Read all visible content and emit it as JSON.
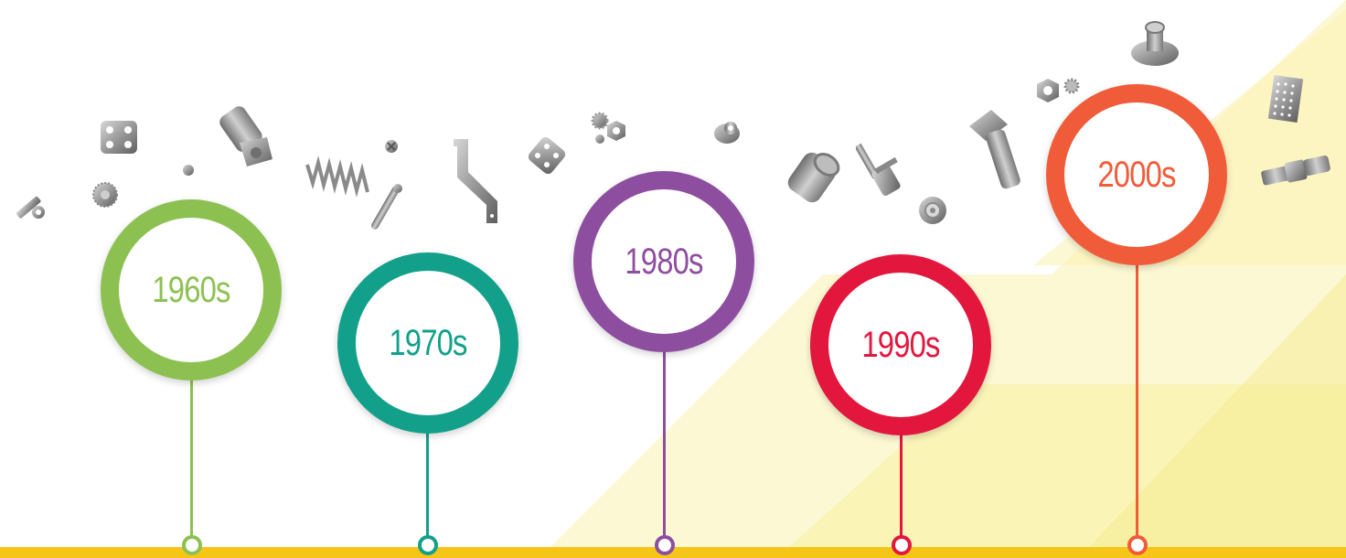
{
  "timeline": {
    "axis_color": "#f5c518",
    "milestones": [
      {
        "label": "1960s",
        "color": "#8cc152"
      },
      {
        "label": "1970s",
        "color": "#12a08a"
      },
      {
        "label": "1980s",
        "color": "#8e4ea0"
      },
      {
        "label": "1990s",
        "color": "#e3173e"
      },
      {
        "label": "2000s",
        "color": "#f05b3a"
      }
    ]
  },
  "icons": [
    "screw-icon",
    "bracket-plate-icon",
    "ball-icon",
    "gear-disc-icon",
    "bushing-icon",
    "spring-icon",
    "pin-icon",
    "small-screw-icon",
    "bent-bracket-icon",
    "square-plate-icon",
    "nut-gear-icon",
    "knob-icon",
    "cup-bushing-icon",
    "shaft-icon",
    "washer-icon",
    "hex-bolt-icon",
    "hex-nut-gear-icon",
    "thumb-nut-icon",
    "perforated-plate-icon",
    "connector-icon"
  ]
}
